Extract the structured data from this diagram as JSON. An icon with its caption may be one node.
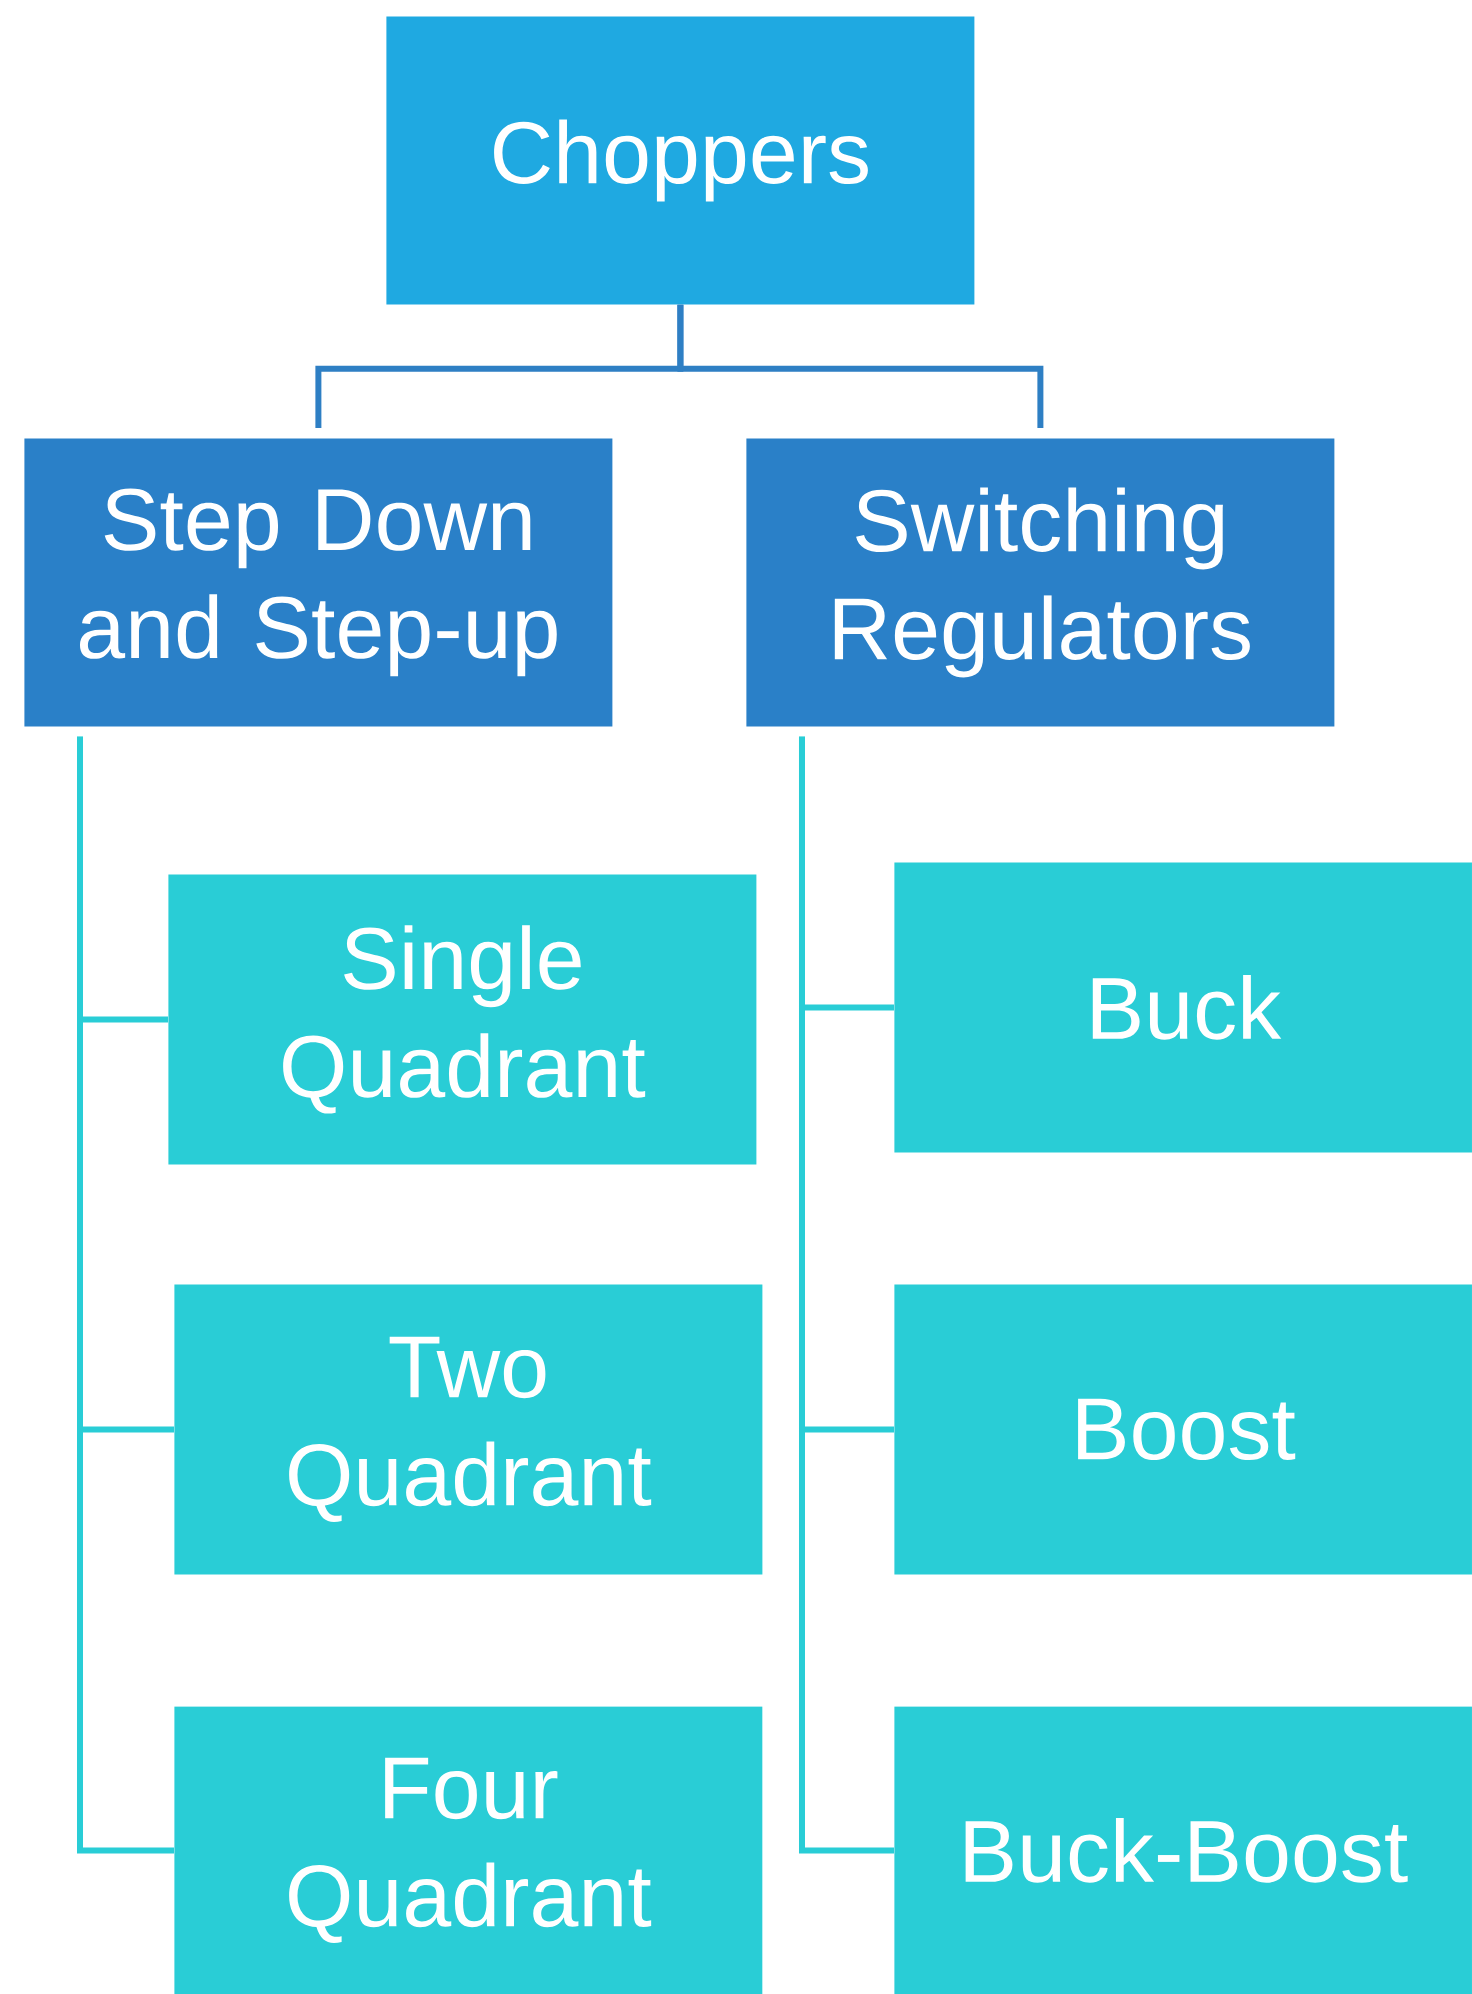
{
  "diagram": {
    "nodes": [
      {
        "text": [
          "Choppers"
        ]
      },
      {
        "text": [
          "Step Down and Step-up"
        ]
      },
      {
        "text": [
          "Switching Regulators"
        ]
      },
      {
        "text": [
          "Single Quadrant"
        ]
      },
      {
        "text": [
          "Two Quadrant"
        ]
      },
      {
        "text": [
          "Four Quadrant"
        ]
      },
      {
        "text": [
          "Buck"
        ]
      },
      {
        "text": [
          "Boost"
        ]
      },
      {
        "text": [
          "Buck-Boost"
        ]
      }
    ],
    "edges": [
      {
        "from": 0,
        "to": 1,
        "arrow": "none",
        "color": "#2e7fc4"
      },
      {
        "from": 0,
        "to": 2,
        "arrow": "none",
        "color": "#2e7fc4"
      },
      {
        "from": 1,
        "to": 3,
        "arrow": "none"
      },
      {
        "from": 1,
        "to": 4,
        "arrow": "none"
      },
      {
        "from": 1,
        "to": 5,
        "arrow": "none"
      },
      {
        "from": 2,
        "to": 6,
        "arrow": "none"
      },
      {
        "from": 2,
        "to": 7,
        "arrow": "none"
      },
      {
        "from": 2,
        "to": 8,
        "arrow": "none"
      }
    ]
  }
}
